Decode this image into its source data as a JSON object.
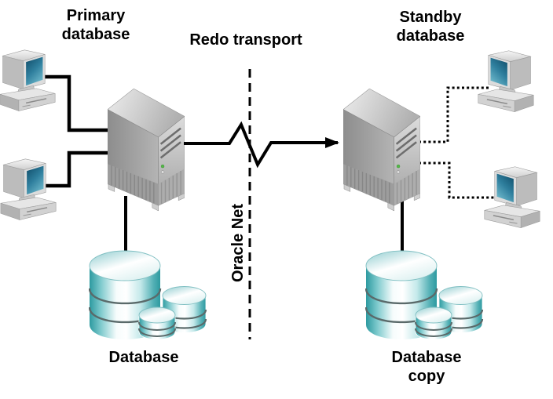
{
  "diagram": {
    "labels": {
      "primary_database": "Primary database",
      "redo_transport": "Redo transport",
      "standby_database": "Standby database",
      "oracle_net": "Oracle Net",
      "database": "Database",
      "database_copy": "Database copy"
    },
    "nodes": [
      {
        "id": "primary-client-1",
        "type": "client-computer"
      },
      {
        "id": "primary-client-2",
        "type": "client-computer"
      },
      {
        "id": "primary-server",
        "type": "server-tower",
        "label": "Primary database"
      },
      {
        "id": "primary-db",
        "type": "database-stack",
        "label": "Database"
      },
      {
        "id": "standby-server",
        "type": "server-tower",
        "label": "Standby database"
      },
      {
        "id": "standby-db",
        "type": "database-stack",
        "label": "Database copy"
      },
      {
        "id": "standby-client-1",
        "type": "client-computer"
      },
      {
        "id": "standby-client-2",
        "type": "client-computer"
      }
    ],
    "connections": [
      {
        "from": "primary-client-1",
        "to": "primary-server",
        "style": "solid"
      },
      {
        "from": "primary-client-2",
        "to": "primary-server",
        "style": "solid"
      },
      {
        "from": "primary-server",
        "to": "primary-db",
        "style": "solid"
      },
      {
        "from": "primary-server",
        "to": "standby-server",
        "style": "zigzag-arrow",
        "label": "Redo transport"
      },
      {
        "from": "standby-server",
        "to": "standby-client-1",
        "style": "dotted"
      },
      {
        "from": "standby-server",
        "to": "standby-client-2",
        "style": "dotted"
      },
      {
        "from": "standby-server",
        "to": "standby-db",
        "style": "solid"
      },
      {
        "divider": "Oracle Net",
        "style": "dashed-vertical"
      }
    ],
    "colors": {
      "line": "#000000",
      "database_teal": "#2d9aa0",
      "screen_blue": "#11506d",
      "server_gray": "#a8a8a8",
      "led_green": "#54b948"
    }
  }
}
